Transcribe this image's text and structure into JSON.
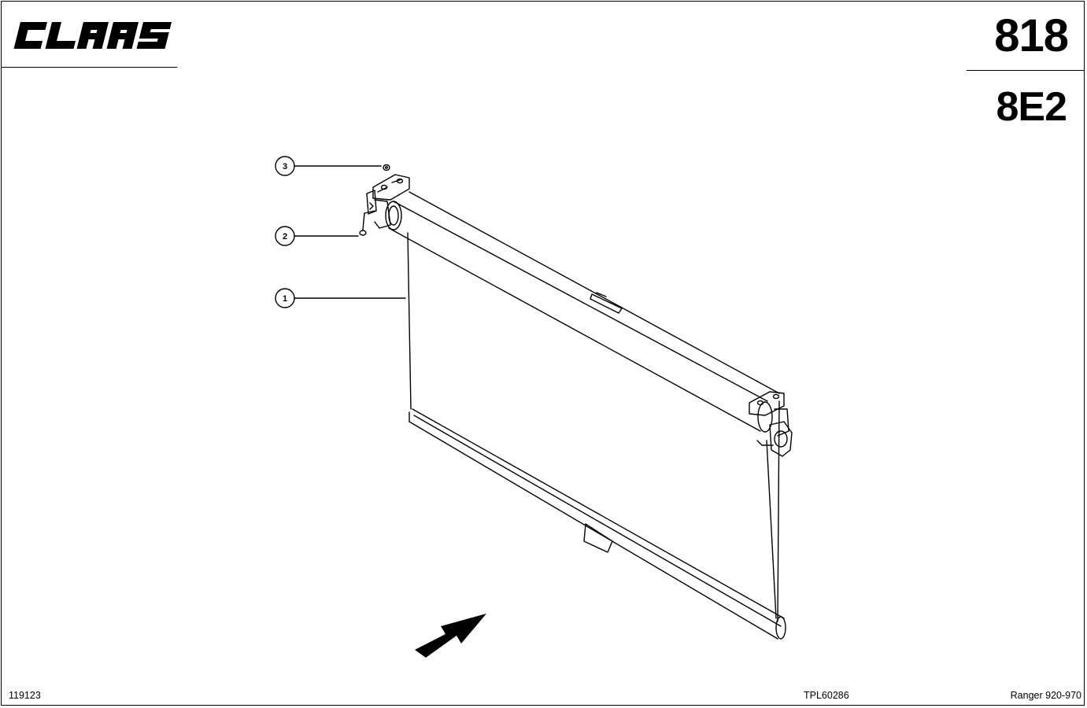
{
  "header": {
    "brand": "CLAAS",
    "page_number": "818",
    "section_code": "8E2"
  },
  "callouts": [
    {
      "label": "1"
    },
    {
      "label": "2"
    },
    {
      "label": "3"
    }
  ],
  "footer": {
    "left_code": "119123",
    "center_code": "TPL60286",
    "model_range": "Ranger 920-970"
  },
  "colors": {
    "line": "#000000",
    "background": "#ffffff"
  },
  "icons": {
    "view_direction": "arrow-icon"
  }
}
